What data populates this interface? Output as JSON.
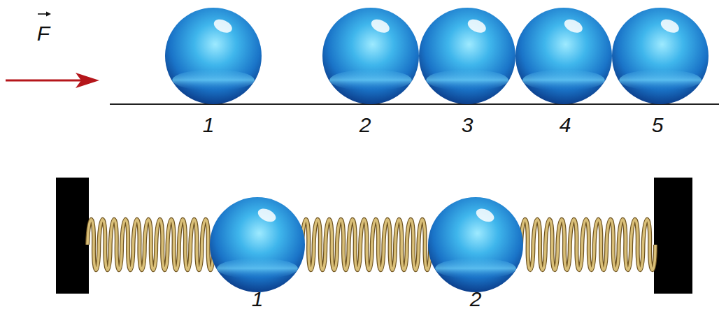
{
  "diagram": {
    "labels": [
      "F",
      "1",
      "2",
      "3",
      "4",
      "5",
      "1",
      "2"
    ]
  }
}
